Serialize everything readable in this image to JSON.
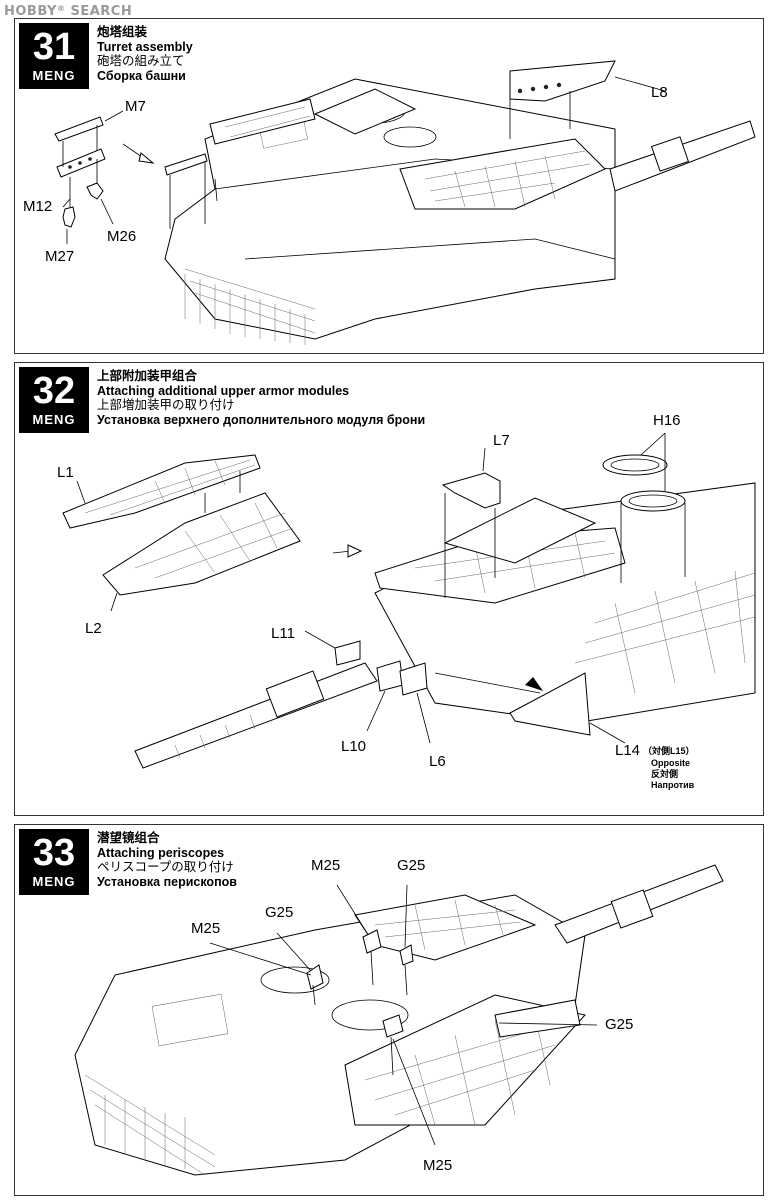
{
  "watermark": {
    "brand": "HOBBY",
    "rest": "SEARCH",
    "mark": "®"
  },
  "brand": "MENG",
  "steps": [
    {
      "number": "31",
      "title_zh": "炮塔组装",
      "title_en": "Turret assembly",
      "title_jp": "砲塔の組み立て",
      "title_ru": "Сборка башни",
      "parts": [
        "M7",
        "M12",
        "M26",
        "M27",
        "L8"
      ]
    },
    {
      "number": "32",
      "title_zh": "上部附加装甲组合",
      "title_en": "Attaching additional upper armor modules",
      "title_jp": "上部増加装甲の取り付け",
      "title_ru": "Установка верхнего дополнительного модуля брони",
      "parts": [
        "L1",
        "L2",
        "L7",
        "H16",
        "L11",
        "L10",
        "L6",
        "L14"
      ],
      "note": {
        "ref": "（対側L15）",
        "en": "Opposite",
        "jp": "反対側",
        "ru": "Напротив"
      }
    },
    {
      "number": "33",
      "title_zh": "潜望镜组合",
      "title_en": "Attaching periscopes",
      "title_jp": "ペリスコープの取り付け",
      "title_ru": "Установка перископов",
      "parts": [
        "M25",
        "G25",
        "M25",
        "G25",
        "G25",
        "M25"
      ]
    }
  ]
}
